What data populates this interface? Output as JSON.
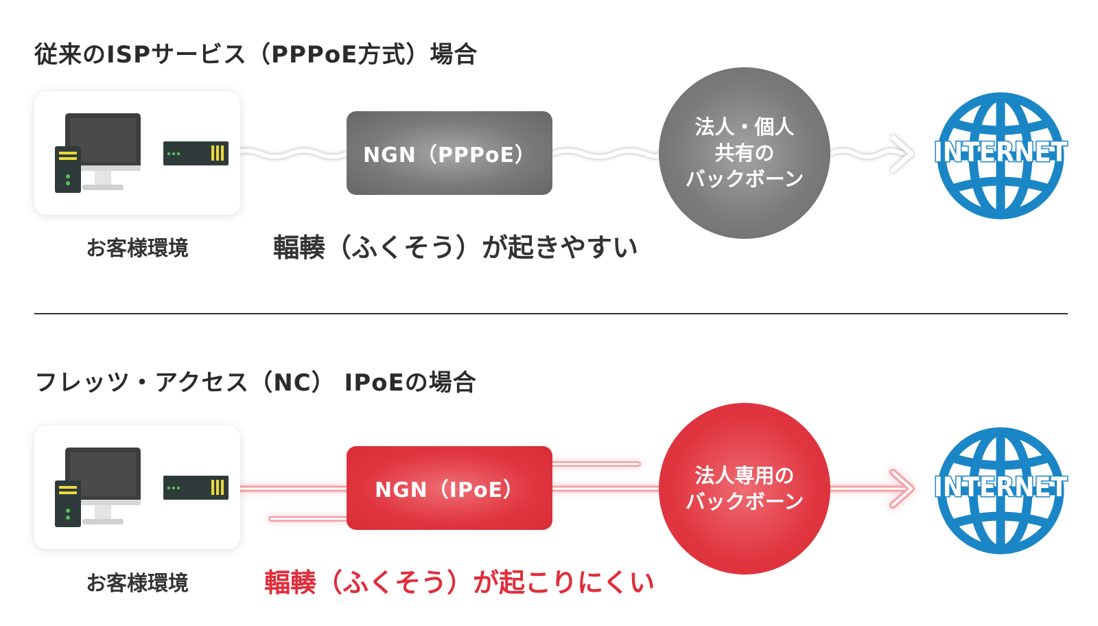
{
  "sections": {
    "pppoe": {
      "title": "従来のISPサービス（PPPoE方式）場合",
      "customer_label": "お客様環境",
      "ngn_label": "NGN（PPPoE）",
      "backbone_lines": [
        "法人・個人",
        "共有の",
        "バックボーン"
      ],
      "internet_label": "INTERNET",
      "congestion_note": "輻輳（ふくそう）が起きやすい"
    },
    "ipoe": {
      "title": "フレッツ・アクセス（NC） IPoEの場合",
      "customer_label": "お客様環境",
      "ngn_label": "NGN（IPoE）",
      "backbone_lines": [
        "法人専用の",
        "バックボーン"
      ],
      "internet_label": "INTERNET",
      "congestion_note": "輻輳（ふくそう）が起こりにくい"
    }
  },
  "icons": {
    "pc": "desktop-computer-icon",
    "tower": "pc-tower-icon",
    "router": "router-icon",
    "globe": "globe-icon",
    "arrow": "arrow-right-icon"
  },
  "colors": {
    "gray_node": "#7a7a7a",
    "red_node": "#e0353f",
    "red_text": "#e12d3a",
    "globe_blue": "#1b86c6",
    "title_text": "#2b2b2b"
  }
}
